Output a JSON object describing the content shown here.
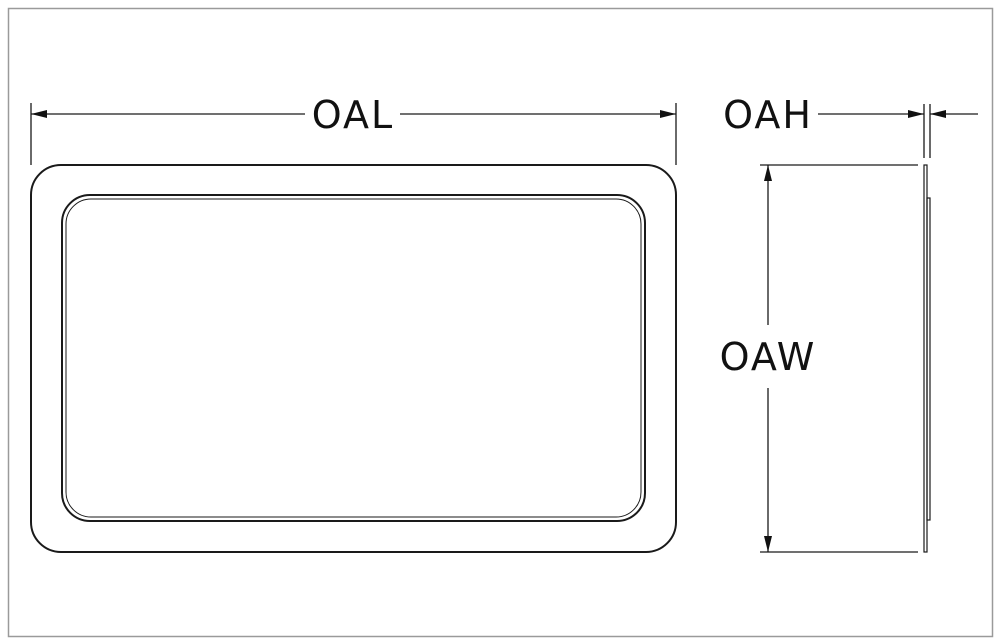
{
  "drawing": {
    "dimensions": {
      "length_label": "OAL",
      "height_label": "OAH",
      "width_label": "OAW"
    },
    "colors": {
      "line": "#1a1a1a",
      "frame": "#9a9a9a"
    }
  }
}
